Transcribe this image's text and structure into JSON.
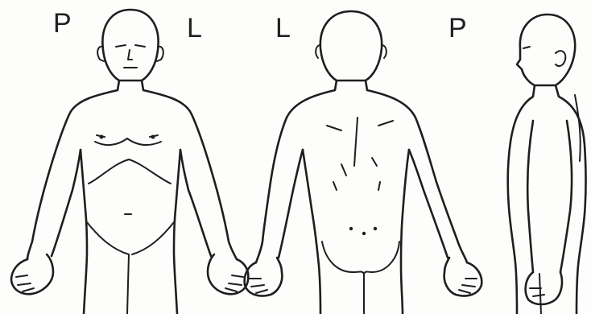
{
  "labels": {
    "front_right": "P",
    "front_left": "L",
    "back_left": "L",
    "back_right": "P"
  },
  "colors": {
    "background": "#fdfdfb",
    "line": "#1e1e1e"
  },
  "figures": [
    "front-view",
    "back-view",
    "side-view"
  ]
}
